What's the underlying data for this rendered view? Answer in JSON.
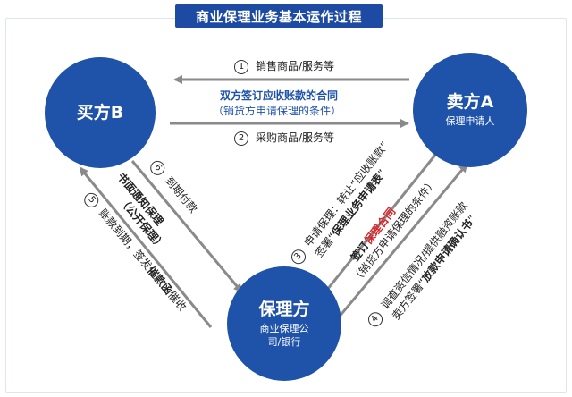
{
  "title": "商业保理业务基本运作过程",
  "nodes": {
    "buyer": {
      "name": "买方B"
    },
    "seller": {
      "name": "卖方A",
      "sub": "保理申请人"
    },
    "factor": {
      "name": "保理方",
      "sub_line1": "商业保理公",
      "sub_line2": "司/银行"
    }
  },
  "top_flow": {
    "step1": {
      "num": "1",
      "text": "销售商品/服务等"
    },
    "contract_line1": "双方签订应收账款的合同",
    "contract_line2": "（销货方申请保理的条件）",
    "step2": {
      "num": "2",
      "text": "采购商品/服务等"
    }
  },
  "left_flow": {
    "step5": {
      "num": "5",
      "line1": "账款到期，签发",
      "line1_bold": "催款函",
      "line1_tail": "催收"
    },
    "step6": {
      "num": "6",
      "text": "到期付款"
    },
    "notice_line1": "书面通知保理",
    "notice_line2": "（公开保理）"
  },
  "right_flow": {
    "step3": {
      "num": "3",
      "line1": "申请保理：转让“应收账款”",
      "line2_pre": "签署“",
      "line2_bold": "保理业务申请表",
      "line2_post": "”"
    },
    "contract_line1_pre": "签订",
    "contract_line1_red": "保理合同",
    "contract_line2": "（销货方申请保理的条件）",
    "step4": {
      "num": "4",
      "line1": "调查资信情况/提供融资账款",
      "line2_pre": "卖方签署“",
      "line2_bold": "放款申请确认书",
      "line2_post": "”"
    }
  },
  "colors": {
    "accent": "#1f52a9",
    "arrow": "#8a8a8a",
    "highlight": "#d9262c"
  }
}
